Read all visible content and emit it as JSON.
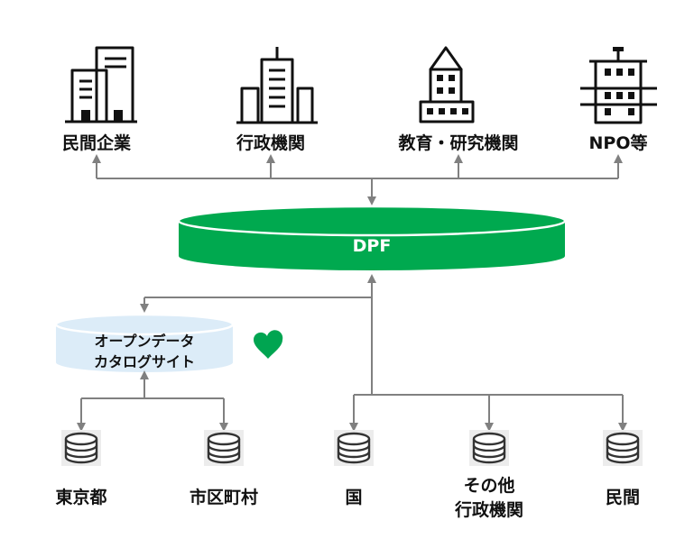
{
  "consumers": [
    {
      "label": "民間企業",
      "icon": "office-buildings-icon"
    },
    {
      "label": "行政機関",
      "icon": "government-building-icon"
    },
    {
      "label": "教育・研究機関",
      "icon": "school-building-icon"
    },
    {
      "label": "NPO等",
      "icon": "npo-building-icon"
    }
  ],
  "platform": {
    "label": "DPF",
    "color": "#00a94f"
  },
  "catalog": {
    "line1": "オープンデータ",
    "line2": "カタログサイト",
    "color": "#dcecf8"
  },
  "emblem": {
    "icon": "tokyo-emblem-icon",
    "color": "#00a551"
  },
  "sources": [
    {
      "label": "東京都",
      "icon": "database-icon"
    },
    {
      "label": "市区町村",
      "icon": "database-icon"
    },
    {
      "label": "国",
      "icon": "database-icon"
    },
    {
      "label_line1": "その他",
      "label_line2": "行政機関",
      "icon": "database-icon"
    },
    {
      "label": "民間",
      "icon": "database-icon"
    }
  ],
  "colors": {
    "arrow": "#808080",
    "platform": "#00a94f",
    "catalog": "#dcecf8"
  }
}
